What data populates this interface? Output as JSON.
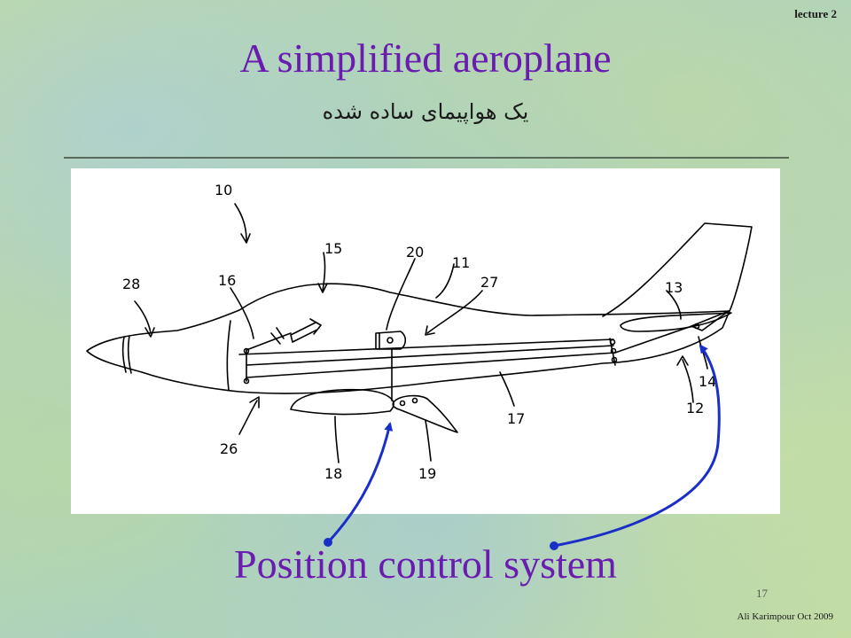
{
  "header": {
    "lecture_tag": "lecture 2"
  },
  "slide": {
    "title": "A simplified aeroplane",
    "subtitle": "یک هواپیمای ساده شده",
    "callout": "Position control system",
    "page_number": "17",
    "footer": "Ali Karimpour Oct 2009"
  },
  "figure": {
    "labels": [
      "10",
      "15",
      "20",
      "11",
      "27",
      "28",
      "16",
      "13",
      "14",
      "12",
      "17",
      "26",
      "18",
      "19"
    ]
  },
  "colors": {
    "title": "#6a1bb0",
    "arrow": "#1a2fc8"
  }
}
